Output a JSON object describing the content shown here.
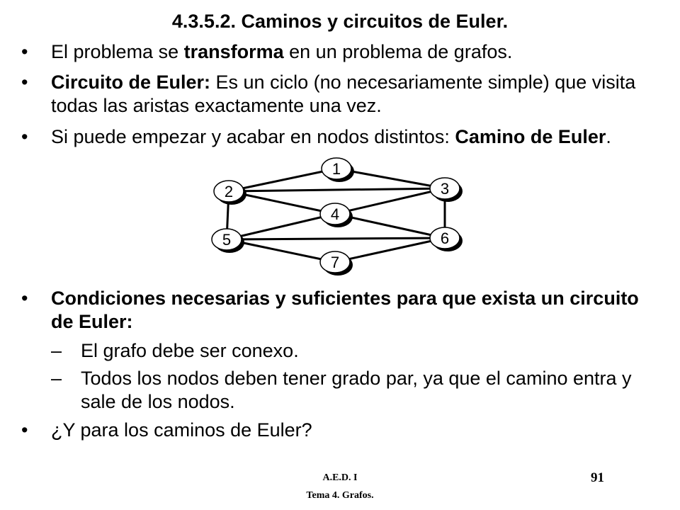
{
  "title": "4.3.5.2. Caminos y circuitos de Euler.",
  "bullets": {
    "b1": {
      "mark": "•",
      "p1": "El problema se ",
      "p2": "transforma",
      "p3": " en un problema de grafos."
    },
    "b2": {
      "mark": "•",
      "p1": "Circuito de Euler:",
      "p2": " Es un ciclo (no necesariamente simple) que visita todas las aristas exactamente una vez."
    },
    "b3": {
      "mark": "•",
      "p1": "Si puede empezar y acabar en nodos distintos: ",
      "p2": "Camino de Euler",
      "p3": "."
    },
    "b4": {
      "mark": "•",
      "p1": "Condiciones necesarias y suficientes para que exista un circuito de Euler:"
    },
    "s1": {
      "mark": "–",
      "text": "El grafo debe ser conexo."
    },
    "s2": {
      "mark": "–",
      "text": "Todos los nodos deben tener grado par, ya que el camino entra y sale de los nodos."
    },
    "b5": {
      "mark": "•",
      "text": "¿Y para los caminos de Euler?"
    }
  },
  "graph": {
    "nodes": [
      {
        "id": "1"
      },
      {
        "id": "2"
      },
      {
        "id": "3"
      },
      {
        "id": "4"
      },
      {
        "id": "5"
      },
      {
        "id": "6"
      },
      {
        "id": "7"
      }
    ],
    "edges": [
      [
        "1",
        "2"
      ],
      [
        "1",
        "3"
      ],
      [
        "2",
        "3"
      ],
      [
        "2",
        "4"
      ],
      [
        "2",
        "5"
      ],
      [
        "3",
        "4"
      ],
      [
        "3",
        "6"
      ],
      [
        "4",
        "5"
      ],
      [
        "4",
        "6"
      ],
      [
        "5",
        "6"
      ],
      [
        "5",
        "7"
      ],
      [
        "6",
        "7"
      ]
    ]
  },
  "footer": {
    "line1": "A.E.D. I",
    "line2": "Tema 4. Grafos.",
    "page": "91"
  }
}
